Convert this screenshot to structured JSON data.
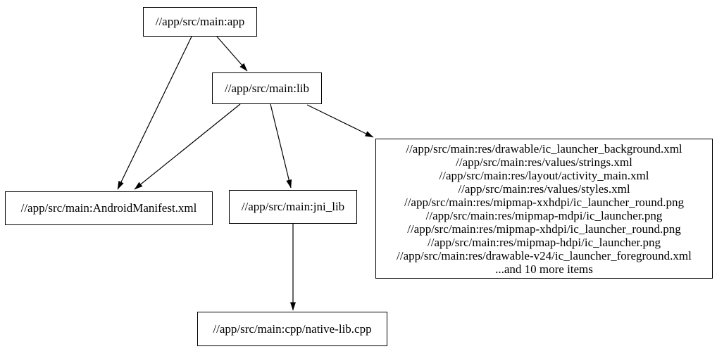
{
  "graph": {
    "title": "build-dependency-graph",
    "colors": {
      "background": "#ffffff",
      "node_fill": "#ffffff",
      "node_border": "#000000",
      "edge": "#000000",
      "text": "#000000"
    },
    "nodes": {
      "app": {
        "label": "//app/src/main:app"
      },
      "lib": {
        "label": "//app/src/main:lib"
      },
      "manifest": {
        "label": "//app/src/main:AndroidManifest.xml"
      },
      "jni_lib": {
        "label": "//app/src/main:jni_lib"
      },
      "cpp": {
        "label": "//app/src/main:cpp/native-lib.cpp"
      },
      "res": {
        "lines": [
          "//app/src/main:res/drawable/ic_launcher_background.xml",
          "//app/src/main:res/values/strings.xml",
          "//app/src/main:res/layout/activity_main.xml",
          "//app/src/main:res/values/styles.xml",
          "//app/src/main:res/mipmap-xxhdpi/ic_launcher_round.png",
          "//app/src/main:res/mipmap-mdpi/ic_launcher.png",
          "//app/src/main:res/mipmap-xhdpi/ic_launcher_round.png",
          "//app/src/main:res/mipmap-hdpi/ic_launcher.png",
          "//app/src/main:res/drawable-v24/ic_launcher_foreground.xml",
          "...and 10 more items"
        ]
      }
    },
    "edges": [
      {
        "from": "//app/src/main:app",
        "to": "//app/src/main:lib"
      },
      {
        "from": "//app/src/main:app",
        "to": "//app/src/main:AndroidManifest.xml"
      },
      {
        "from": "//app/src/main:lib",
        "to": "//app/src/main:AndroidManifest.xml"
      },
      {
        "from": "//app/src/main:lib",
        "to": "//app/src/main:jni_lib"
      },
      {
        "from": "//app/src/main:lib",
        "to": "//app/src/main:res (file group)"
      },
      {
        "from": "//app/src/main:jni_lib",
        "to": "//app/src/main:cpp/native-lib.cpp"
      }
    ]
  }
}
